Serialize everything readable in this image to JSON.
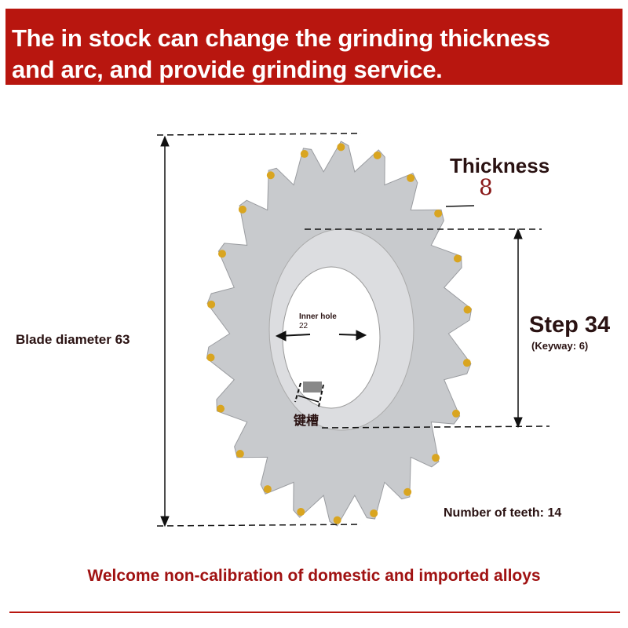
{
  "banner": {
    "line1": "The in stock can change the grinding thickness",
    "line2": "and arc, and provide grinding service."
  },
  "labels": {
    "thickness_title": "Thickness",
    "thickness_value": "8",
    "step": "Step 34",
    "keyway": "(Keyway: 6)",
    "inner_hole_title": "Inner hole",
    "inner_hole_value": "22",
    "keyway_cn": "键槽",
    "blade_diameter": "Blade diameter 63",
    "teeth": "Number of teeth: 14"
  },
  "footer": "Welcome non-calibration of domestic and imported alloys",
  "colors": {
    "banner": "#b8160f",
    "footer_text": "#a01212",
    "thickness_value": "#8a1a1a",
    "carbide_tip": "#d9a520",
    "steel": "#c8cacd"
  }
}
